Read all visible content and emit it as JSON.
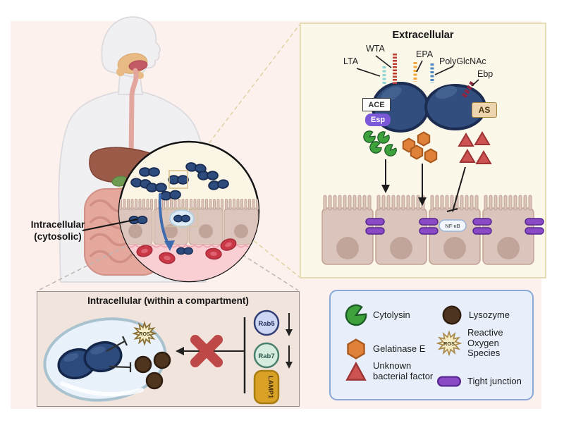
{
  "body_figure": {
    "label_line1": "Intracellular",
    "label_line2": "(cytosolic)"
  },
  "extracellular": {
    "title": "Extracellular",
    "surface_labels": {
      "lta": "LTA",
      "wta": "WTA",
      "epa": "EPA",
      "polyglcnac": "PolyGlcNAc",
      "ebp": "Ebp",
      "ace": "ACE",
      "esp": "Esp",
      "as": "AS"
    },
    "nfkb": "NF-κB"
  },
  "compartment": {
    "title": "Intracellular (within a compartment)",
    "ros": "ROS",
    "markers": {
      "rab5": "Rab5",
      "rab7": "Rab7",
      "lamp1": "LAMP1"
    }
  },
  "legend": {
    "ros_icon_text": "ROS",
    "items": [
      {
        "icon": "cytolysin-icon",
        "label": "Cytolysin"
      },
      {
        "icon": "lysozyme-icon",
        "label": "Lysozyme"
      },
      {
        "icon": "gelatinase-icon",
        "label": "Gelatinase E"
      },
      {
        "icon": "ros-icon",
        "label": "Reactive Oxygen Species"
      },
      {
        "icon": "unknown-factor-icon",
        "label": "Unknown bacterial factor"
      },
      {
        "icon": "tight-junction-icon",
        "label": "Tight junction"
      }
    ]
  },
  "colors": {
    "background_pink": "#fdf1ee",
    "extracellular_bg": "#fcf8e9",
    "compartment_bg": "#f1e4dd",
    "legend_bg": "#e8effb",
    "bacteria": "#2e4b7d",
    "cytolysin": "#3da23c",
    "gelatinase": "#df8138",
    "unknown_factor": "#cd5252",
    "lysozyme": "#4d3421",
    "tight_junction": "#8a4ac6",
    "ros_fill": "#f6edc6",
    "red_x": "#bf4848",
    "lamp1": "#d9a226"
  }
}
